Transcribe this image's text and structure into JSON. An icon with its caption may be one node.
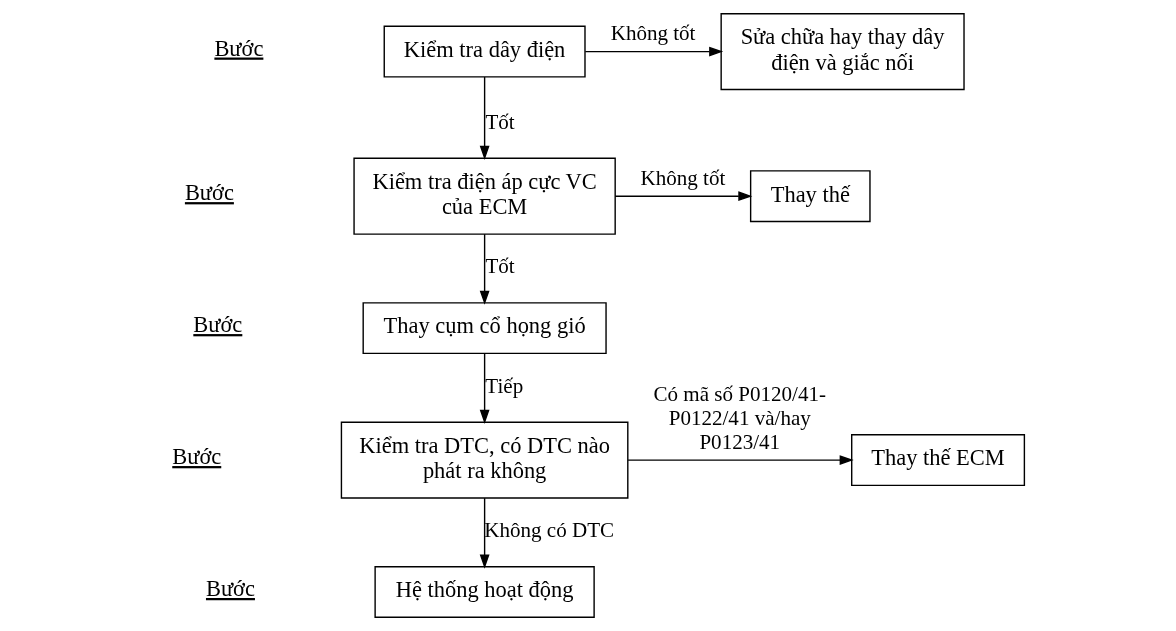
{
  "diagram": {
    "nodes": [
      {
        "text": [
          "Kiểm tra dây điện"
        ]
      },
      {
        "text": [
          "Sửa chữa hay thay dây điện và giắc nối"
        ]
      },
      {
        "text": [
          "Kiểm tra điện áp cực VC của ECM"
        ]
      },
      {
        "text": [
          "Thay thế"
        ]
      },
      {
        "text": [
          "Thay cụm cổ họng gió"
        ]
      },
      {
        "text": [
          "Kiểm tra DTC, có DTC nào phát ra không"
        ]
      },
      {
        "text": [
          "Thay thế ECM"
        ]
      },
      {
        "text": [
          "Hệ thống hoạt động"
        ]
      }
    ],
    "edges": [
      {
        "from": 0,
        "to": 1,
        "arrow": "to",
        "label": "Không tốt"
      },
      {
        "from": 0,
        "to": 2,
        "arrow": "to",
        "label": "Tốt"
      },
      {
        "from": 2,
        "to": 3,
        "arrow": "to",
        "label": "Không tốt"
      },
      {
        "from": 2,
        "to": 4,
        "arrow": "to",
        "label": "Tốt"
      },
      {
        "from": 4,
        "to": 5,
        "arrow": "to",
        "label": "Tiếp"
      },
      {
        "from": 5,
        "to": 6,
        "arrow": "to",
        "label": "Có mã số P0120/41- P0122/41 và/hay P0123/41"
      },
      {
        "from": 5,
        "to": 7,
        "arrow": "to",
        "label": "Không có DTC"
      }
    ],
    "labels": [
      "Bước",
      "Bước",
      "Bước",
      "Bước",
      "Bước"
    ]
  }
}
